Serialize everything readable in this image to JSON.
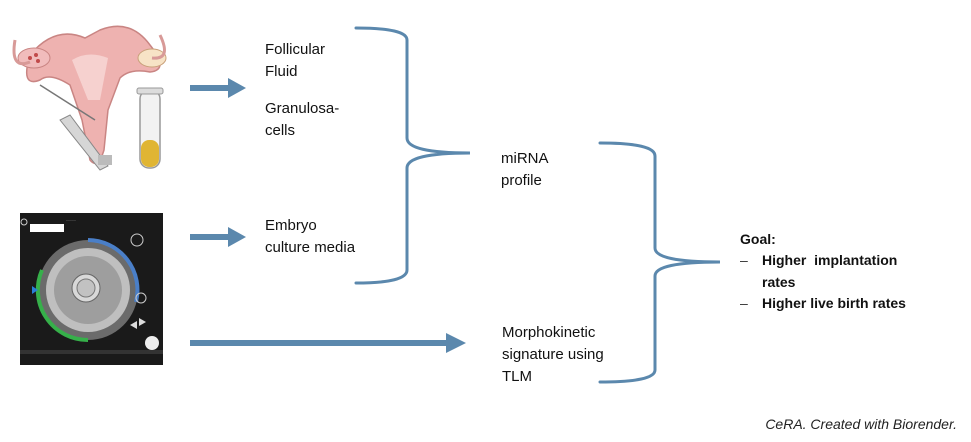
{
  "inputs": {
    "follicular": [
      "Follicular",
      "Fluid"
    ],
    "granulosa": [
      "Granulosa-",
      "cells"
    ],
    "embryo": [
      "Embryo",
      "culture media"
    ]
  },
  "mirna": [
    "miRNA",
    "profile"
  ],
  "morpho": [
    "Morphokinetic",
    "signature using",
    "TLM"
  ],
  "goal": {
    "title": "Goal:",
    "items": [
      {
        "dash": "–",
        "lines": [
          "Higher  implantation",
          "rates"
        ]
      },
      {
        "dash": "–",
        "lines": [
          "Higher live birth rates"
        ]
      }
    ]
  },
  "caption": "CeRA. Created with Biorender.",
  "colors": {
    "arrow": "#5b88ad",
    "bracket": "#5b88ad",
    "fluid": "#e0b533",
    "uterus": "#e9a7a5"
  }
}
